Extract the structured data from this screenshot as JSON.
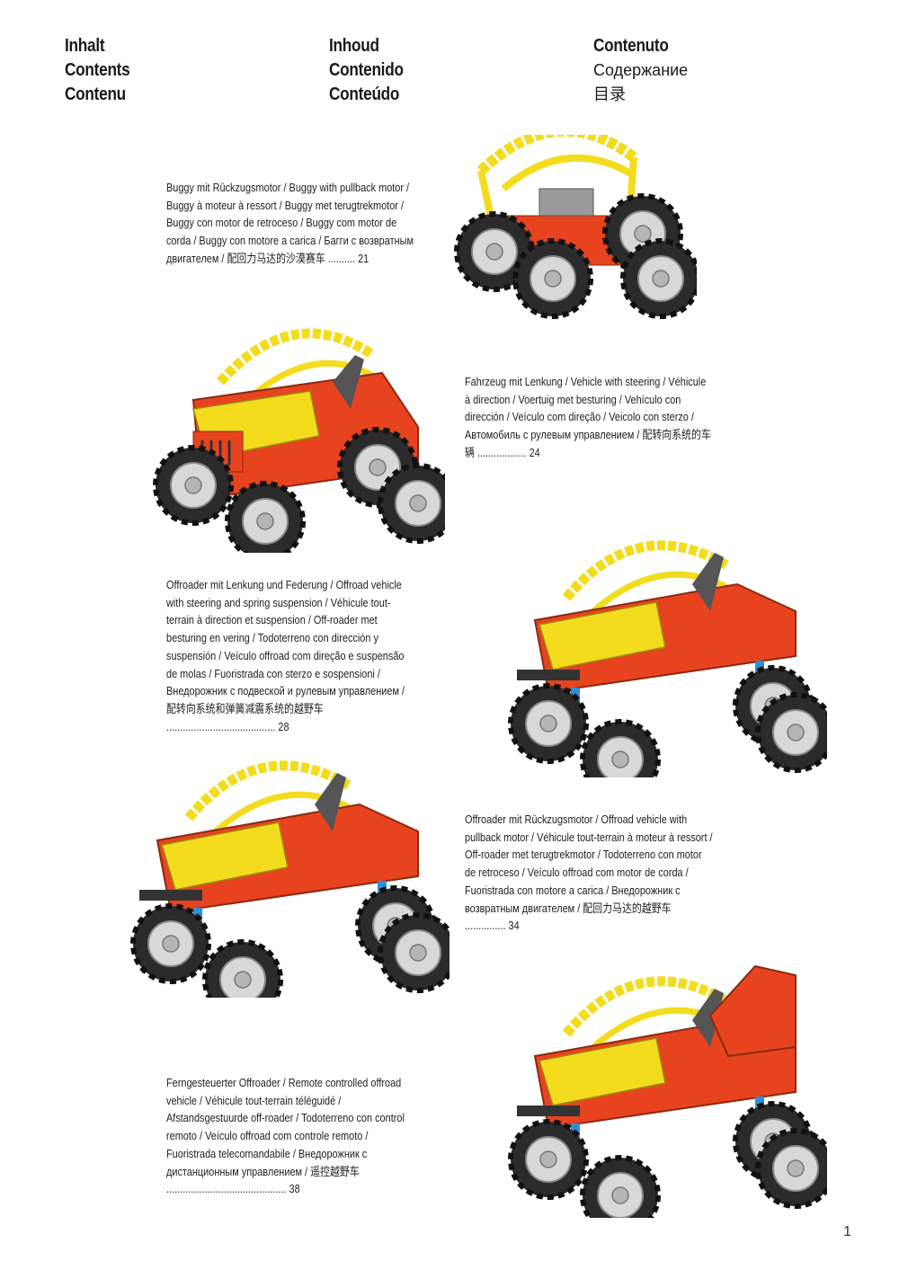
{
  "headers": {
    "col1": [
      "Inhalt",
      "Contents",
      "Contenu"
    ],
    "col2": [
      "Inhoud",
      "Contenido",
      "Conteúdo"
    ],
    "col3_bold": "Contenuto",
    "col3_ru": "Содержание",
    "col3_zh": "目录"
  },
  "entries": [
    {
      "text": "Buggy mit Rückzugsmotor / Buggy with pullback motor / Buggy à moteur à ressort / Buggy met terugtrekmotor / Buggy con motor de retroceso / Buggy com motor de corda /  Buggy con motore a carica / Багги с возвратным двигателем / 配回力马达的沙漠赛车 .......... 21"
    },
    {
      "text": "Fahrzeug mit Lenkung / Vehicle with steering / Véhicule à direction / Voertuig met besturing / Vehículo con dirección / Veículo com direção / Veicolo con sterzo / Автомобиль с рулевым управлением / 配转向系统的车辆 .................. 24"
    },
    {
      "text": "Offroader mit Lenkung und Federung / Offroad vehicle with steering and spring suspension / Véhicule tout-terrain à direction et suspension / Off-roader met besturing en vering / Todoterreno con dirección y suspensión / Veículo offroad com direção e suspensão de molas / Fuoristrada con sterzo e sospensioni / Внедорожник с подвеской и рулевым управлением / 配转向系统和弹簧减震系统的越野车 ........................................ 28"
    },
    {
      "text": "Offroader mit Rückzugsmotor / Offroad vehicle with pullback motor / Véhicule tout-terrain à moteur à ressort / Off-roader met terugtrekmotor / Todoterreno con motor de retroceso / Veículo offroad com motor de corda / Fuoristrada con motore a carica /  Внедорожник с возвратным двигателем / 配回力马达的越野车 ............... 34"
    },
    {
      "text": "Ferngesteuerter Offroader / Remote controlled offroad vehicle / Véhicule tout-terrain téléguidé / Afstandsgestuurde off-roader / Todoterreno con control remoto / Veículo offroad com controle remoto / Fuoristrada telecomandabile / Внедорожник с дистанционным управлением / 遥控越野车 ............................................ 38"
    }
  ],
  "colors": {
    "body_red": "#e8431f",
    "frame_yellow": "#f3dc1e",
    "tire": "#2a2a2a",
    "rim": "#d9d9d9",
    "spring_blue": "#2e8fd8"
  },
  "page_number": "1"
}
